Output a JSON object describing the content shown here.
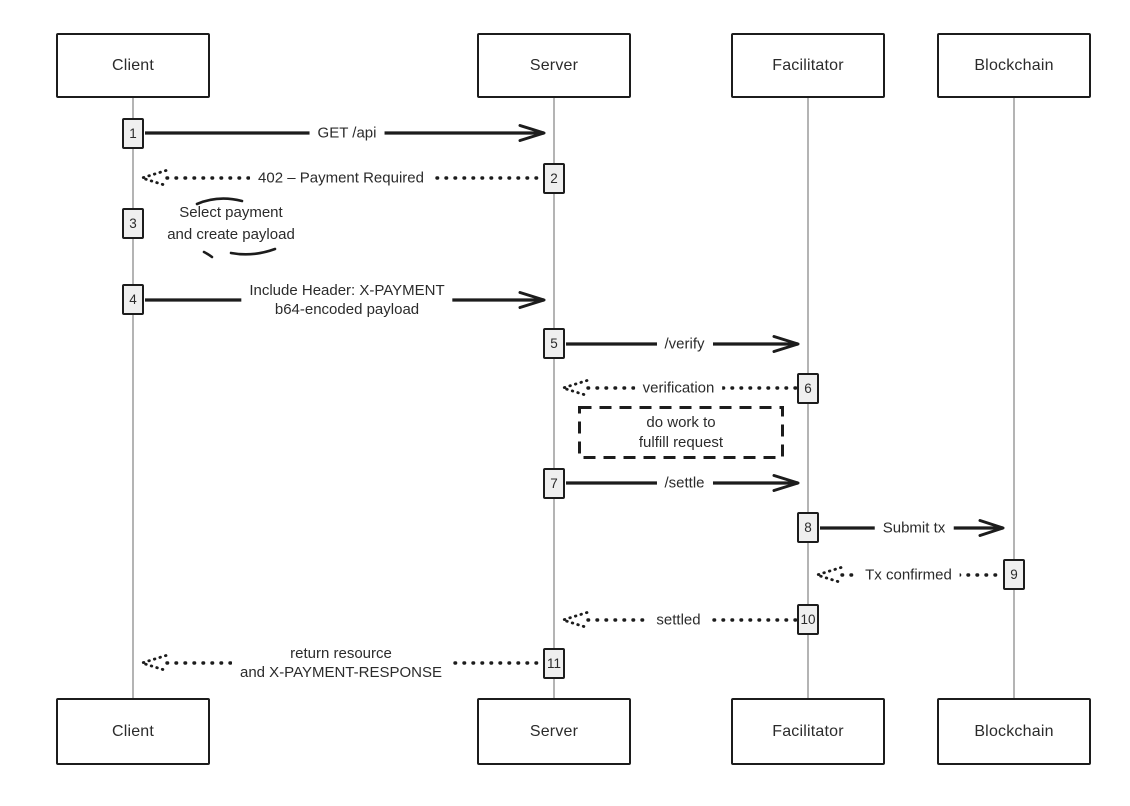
{
  "diagram": {
    "type": "sequence-diagram",
    "topic": "HTTP 402 payment flow (X-PAYMENT protocol)",
    "style": "hand-drawn sketch",
    "colors": {
      "background": "#ffffff",
      "line": "#1c1c1c",
      "lifeline": "#b4b4b4",
      "marker_fill": "#efefef",
      "text": "#2b2b2b"
    }
  },
  "actors": [
    {
      "name": "Client"
    },
    {
      "name": "Server"
    },
    {
      "name": "Facilitator"
    },
    {
      "name": "Blockchain"
    }
  ],
  "messages": [
    {
      "seq": "1",
      "from": "Client",
      "to": "Server",
      "style": "solid",
      "label": "GET /api"
    },
    {
      "seq": "2",
      "from": "Server",
      "to": "Client",
      "style": "dotted",
      "label": "402 – Payment Required"
    },
    {
      "seq": "3",
      "from": "Client",
      "to": "Client",
      "style": "self",
      "label": "Select payment",
      "label2": "and create payload"
    },
    {
      "seq": "4",
      "from": "Client",
      "to": "Server",
      "style": "solid",
      "label": "Include Header: X-PAYMENT",
      "label2": "b64-encoded payload"
    },
    {
      "seq": "5",
      "from": "Server",
      "to": "Facilitator",
      "style": "solid",
      "label": "/verify"
    },
    {
      "seq": "6",
      "from": "Facilitator",
      "to": "Server",
      "style": "dotted",
      "label": "verification"
    },
    {
      "seq": "7",
      "from": "Server",
      "to": "Facilitator",
      "style": "solid",
      "label": "/settle"
    },
    {
      "seq": "8",
      "from": "Facilitator",
      "to": "Blockchain",
      "style": "solid",
      "label": "Submit tx"
    },
    {
      "seq": "9",
      "from": "Blockchain",
      "to": "Facilitator",
      "style": "dotted",
      "label": "Tx confirmed"
    },
    {
      "seq": "10",
      "from": "Facilitator",
      "to": "Server",
      "style": "dotted",
      "label": "settled"
    },
    {
      "seq": "11",
      "from": "Server",
      "to": "Client",
      "style": "dotted",
      "label": "return resource",
      "label2": "and X-PAYMENT-RESPONSE"
    }
  ],
  "note": {
    "target": "Server",
    "line1": "do work to",
    "line2": "fulfill request"
  }
}
